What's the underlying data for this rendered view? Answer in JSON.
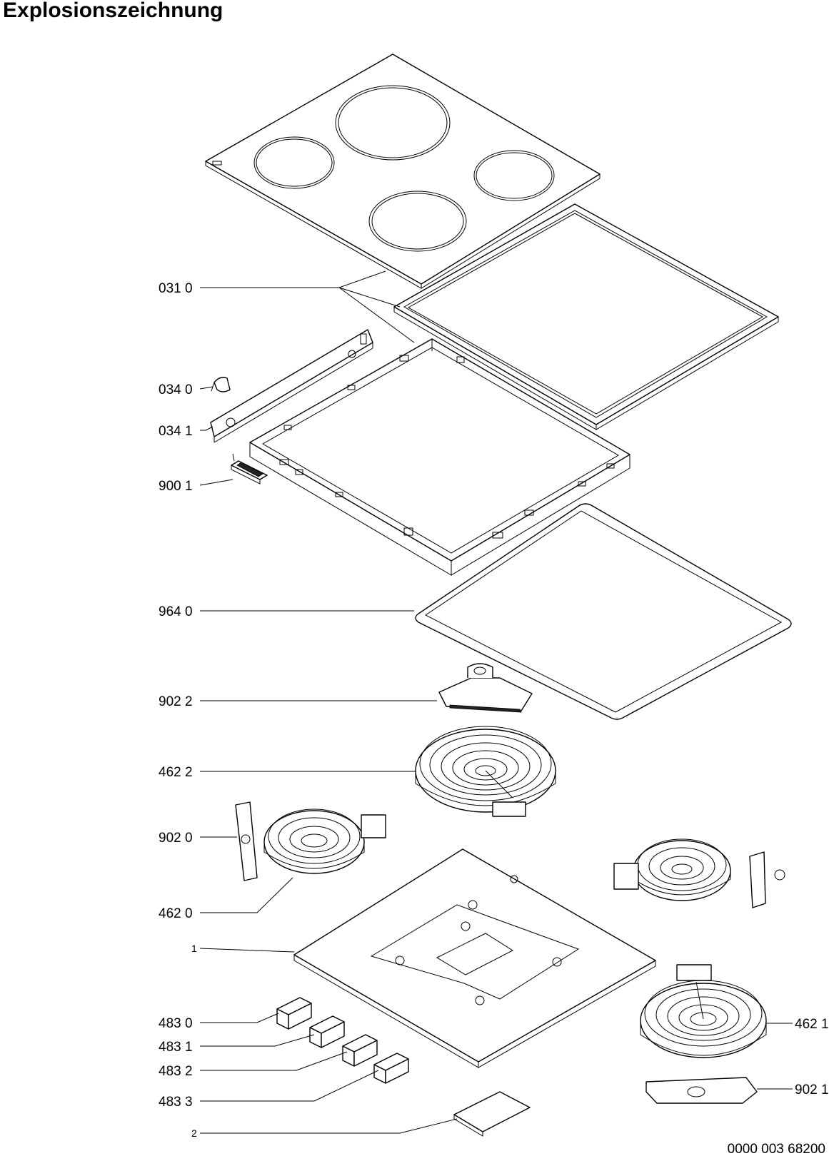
{
  "title": "Explosionszeichnung",
  "document_number": "0000 003 68200",
  "callouts": [
    {
      "id": "c-0310",
      "label": "031 0"
    },
    {
      "id": "c-0340",
      "label": "034 0"
    },
    {
      "id": "c-0341",
      "label": "034 1"
    },
    {
      "id": "c-9001",
      "label": "900 1"
    },
    {
      "id": "c-9640",
      "label": "964 0"
    },
    {
      "id": "c-9022",
      "label": "902 2"
    },
    {
      "id": "c-4622",
      "label": "462 2"
    },
    {
      "id": "c-9020",
      "label": "902 0"
    },
    {
      "id": "c-4620",
      "label": "462 0"
    },
    {
      "id": "c-1",
      "label": "1"
    },
    {
      "id": "c-4830",
      "label": "483 0"
    },
    {
      "id": "c-4831",
      "label": "483 1"
    },
    {
      "id": "c-4832",
      "label": "483 2"
    },
    {
      "id": "c-4833",
      "label": "483 3"
    },
    {
      "id": "c-2",
      "label": "2"
    },
    {
      "id": "c-4621",
      "label": "462 1"
    },
    {
      "id": "c-9021",
      "label": "902 1"
    }
  ]
}
